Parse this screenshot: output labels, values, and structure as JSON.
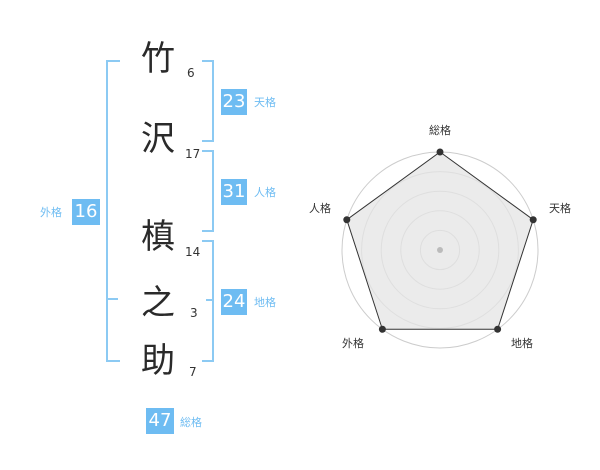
{
  "characters": [
    {
      "char": "竹",
      "strokes": "6"
    },
    {
      "char": "沢",
      "strokes": "17"
    },
    {
      "char": "槙",
      "strokes": "14"
    },
    {
      "char": "之",
      "strokes": "3"
    },
    {
      "char": "助",
      "strokes": "7"
    }
  ],
  "kakusu": {
    "tenkaku": {
      "value": "23",
      "label": "天格"
    },
    "jinkaku": {
      "value": "31",
      "label": "人格"
    },
    "chikaku": {
      "value": "24",
      "label": "地格"
    },
    "gaikaku": {
      "value": "16",
      "label": "外格"
    },
    "soukaku": {
      "value": "47",
      "label": "総格"
    }
  },
  "radar": {
    "axes": [
      "総格",
      "天格",
      "地格",
      "外格",
      "人格"
    ],
    "values": [
      1,
      1,
      1,
      1,
      1
    ],
    "max": 1,
    "rings": 5,
    "colors": {
      "fill": "#e4e4e4",
      "line": "#333333",
      "ring": "#cccccc",
      "point": "#333333",
      "center": "#bbbbbb"
    }
  }
}
